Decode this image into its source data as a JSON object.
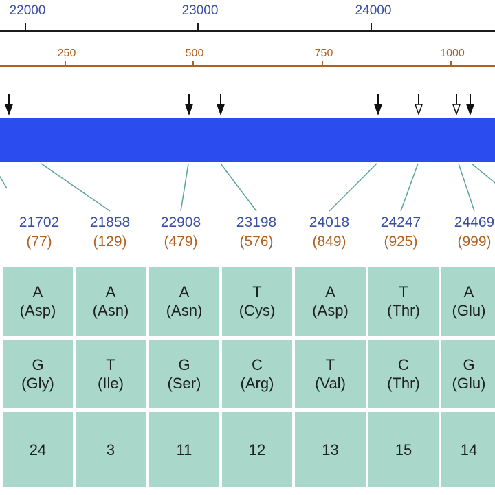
{
  "genome_ruler": {
    "color": "#1a1a1a",
    "label_color": "#3a4ea3",
    "ticks": [
      {
        "label": "22000"
      },
      {
        "label": "23000"
      },
      {
        "label": "24000"
      }
    ]
  },
  "protein_ruler": {
    "color": "#b06020",
    "label_color": "#b06020",
    "ticks": [
      {
        "label": "250"
      },
      {
        "label": "500"
      },
      {
        "label": "750"
      },
      {
        "label": "1000"
      }
    ]
  },
  "bar_color": "#2b4df0",
  "arrows": [
    {
      "style": "filled"
    },
    {
      "style": "filled"
    },
    {
      "style": "filled"
    },
    {
      "style": "filled"
    },
    {
      "style": "open"
    },
    {
      "style": "open"
    },
    {
      "style": "filled"
    }
  ],
  "mutations": [
    {
      "genome_pos": "21702",
      "aa_pos": "(77)",
      "ref": {
        "base": "A",
        "aa": "(Asp)"
      },
      "alt": {
        "base": "G",
        "aa": "(Gly)"
      },
      "count": "24"
    },
    {
      "genome_pos": "21858",
      "aa_pos": "(129)",
      "ref": {
        "base": "A",
        "aa": "(Asn)"
      },
      "alt": {
        "base": "T",
        "aa": "(Ile)"
      },
      "count": "3"
    },
    {
      "genome_pos": "22908",
      "aa_pos": "(479)",
      "ref": {
        "base": "A",
        "aa": "(Asn)"
      },
      "alt": {
        "base": "G",
        "aa": "(Ser)"
      },
      "count": "11"
    },
    {
      "genome_pos": "23198",
      "aa_pos": "(576)",
      "ref": {
        "base": "T",
        "aa": "(Cys)"
      },
      "alt": {
        "base": "C",
        "aa": "(Arg)"
      },
      "count": "12"
    },
    {
      "genome_pos": "24018",
      "aa_pos": "(849)",
      "ref": {
        "base": "A",
        "aa": "(Asp)"
      },
      "alt": {
        "base": "T",
        "aa": "(Val)"
      },
      "count": "13"
    },
    {
      "genome_pos": "24247",
      "aa_pos": "(925)",
      "ref": {
        "base": "T",
        "aa": "(Thr)"
      },
      "alt": {
        "base": "C",
        "aa": "(Thr)"
      },
      "count": "15"
    },
    {
      "genome_pos": "24469",
      "aa_pos": "(999)",
      "ref": {
        "base": "A",
        "aa": "(Glu)"
      },
      "alt": {
        "base": "G",
        "aa": "(Glu)"
      },
      "count": "14"
    }
  ],
  "genome_label_color": "#3a4ea3",
  "aa_label_color": "#b06020",
  "connector_color": "#5aa39a",
  "cell_color": "#a9d7c9"
}
